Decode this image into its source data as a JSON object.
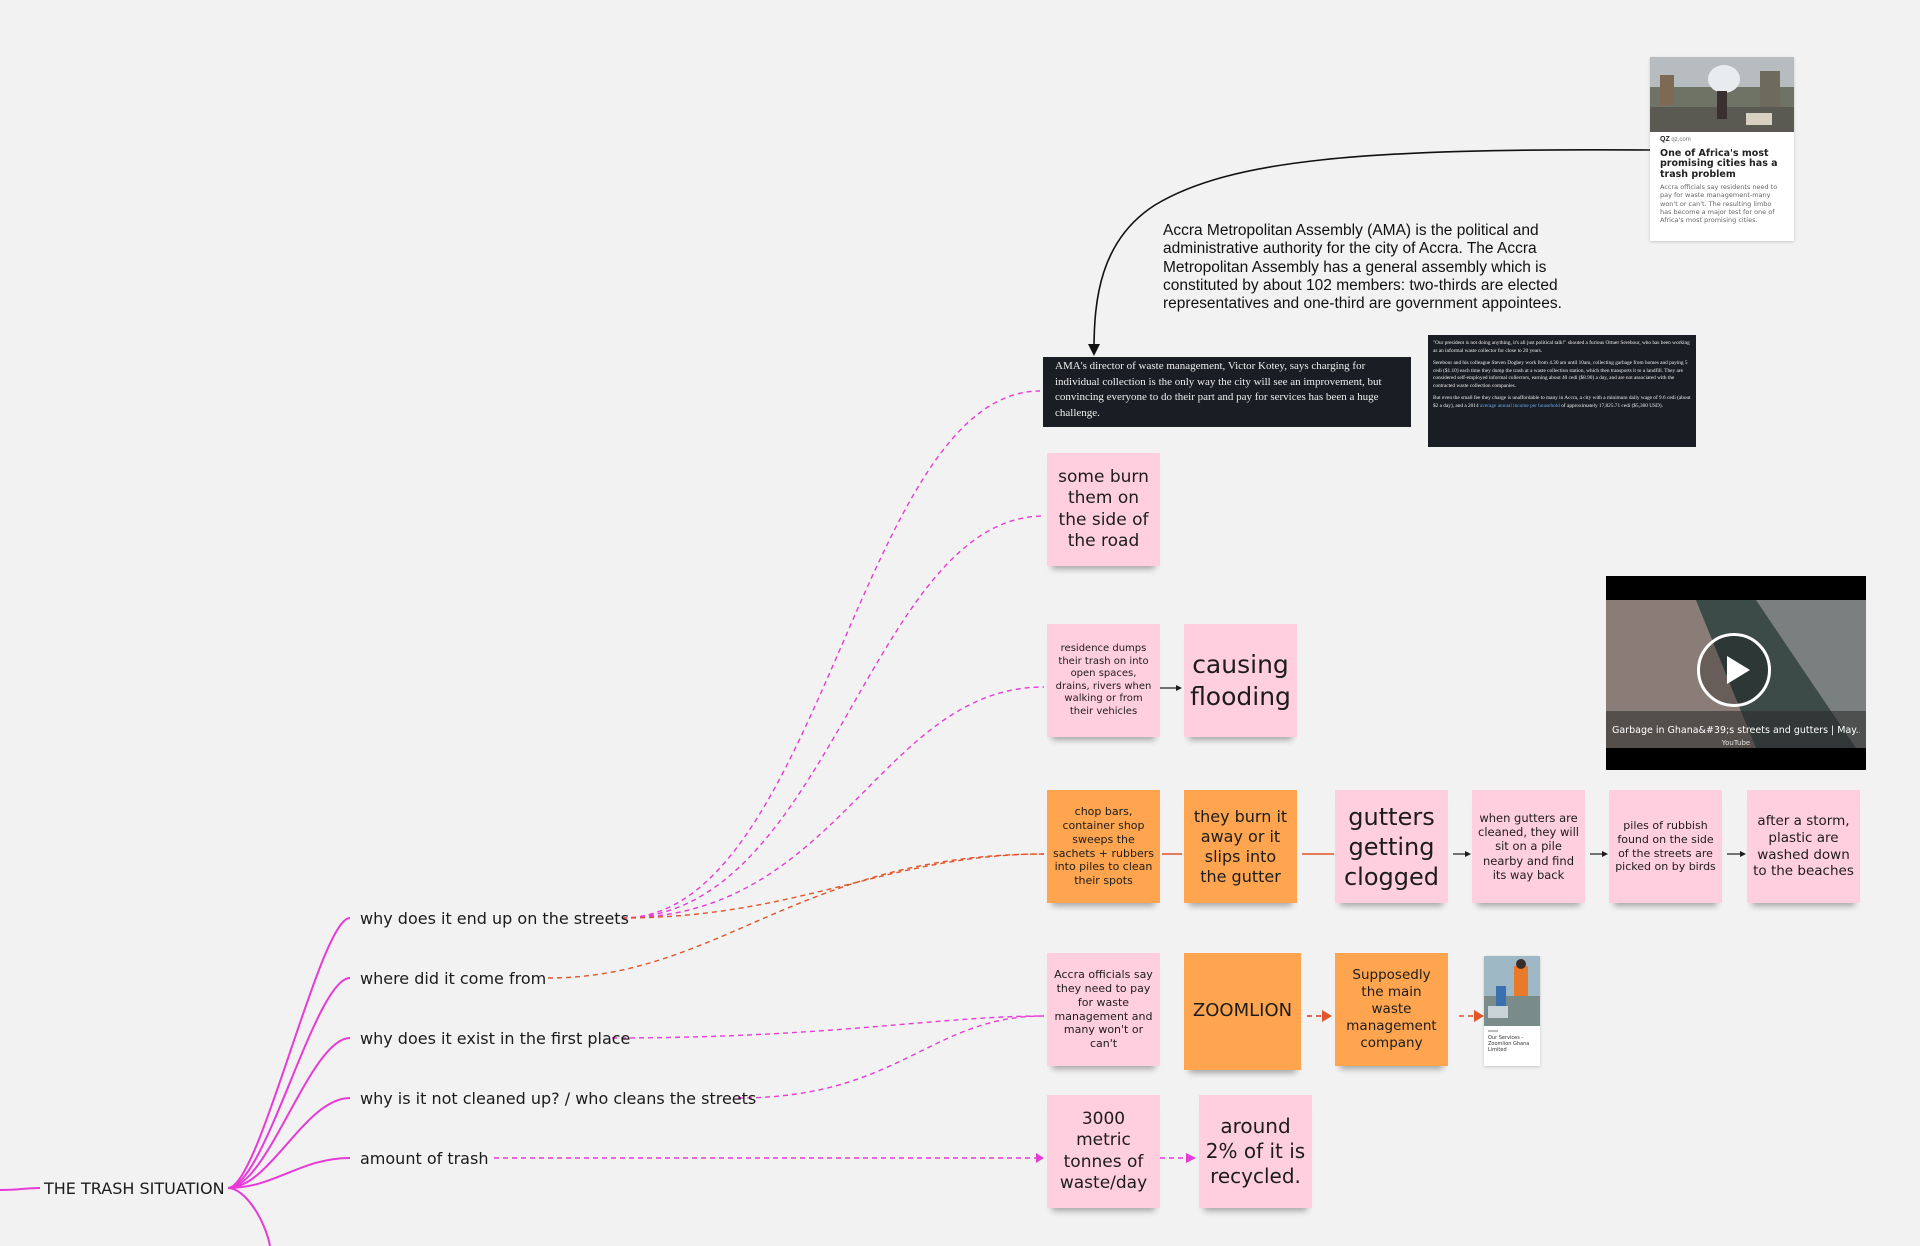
{
  "mindmap": {
    "root": "THE TRASH SITUATION",
    "branches": [
      "why does it end up on the streets",
      "where did it come from",
      "why does it exist in the first place",
      "why is it not cleaned up? / who cleans the streets",
      "amount of trash"
    ]
  },
  "article_card": {
    "source": "qz.com",
    "title": "One of Africa's most promising cities has a trash problem",
    "description": "Accra officials say residents need to pay for waste management-many won't or can't. The resulting limbo has become a major test for one of Africa's most promising cities."
  },
  "ama_text": "Accra Metropolitan Assembly (AMA) is the political and administrative authority for the city of Accra. The Accra Metropolitan Assembly has a general assembly which is constituted by about 102 members: two-thirds are elected representatives and one-third are government appointees.",
  "quote_kotey": "AMA's director of waste management, Victor Kotey, says charging for individual collection is the only way the city will see an improvement, but convincing everyone to do their part and pay for services has been a huge challenge.",
  "quote_serebour": {
    "p1": "\"Our president is not doing anything, it's all just political talk!\" shouted a furious Ottuer Serebour, who has been working as an informal waste collector for close to 20 years.",
    "p2": "Serebour and his colleague Steven Dogbey work from 4.30 am until 10am, collecting garbage from homes and paying 5 cedi ($1.10) each time they dump the trash at a waste collection station, which then transports it to a landfill. They are considered self-employed informal collectors, earning about 40 cedi ($8.90) a day, and are not associated with the contracted waste collection companies.",
    "p3_before": "But even the small fee they charge is unaffordable to many in Accra, a city with a minimum daily wage of 9.6 cedi (about $2 a day), and a 2014 ",
    "p3_link": "average annual income per household",
    "p3_after": " of approximately 17,825.71 cedi ($5,300 USD)."
  },
  "stickies": {
    "burn_roadside": "some burn them on the side of the road",
    "residence_dumps": "residence dumps their trash on into open spaces, drains, rivers when walking or from their vehicles",
    "causing_flooding": "causing flooding",
    "chop_bars": "chop bars, container shop sweeps the sachets + rubbers into piles to clean their spots",
    "burn_or_slip": "they burn it away or it slips into the gutter",
    "gutters_clogged": "gutters getting clogged",
    "gutters_cleaned": "when gutters are cleaned, they will sit on a pile nearby and find its way back",
    "piles_rubbish": "piles of rubbish found on the side of the streets are picked on by birds",
    "after_storm": "after a storm, plastic are washed down to the beaches",
    "accra_officials": "Accra officials say they need to pay for waste management and many won't or can't",
    "zoomlion": "ZOOMLION",
    "supposedly": "Supposedly the main waste management company",
    "metric_tonnes": "3000 metric tonnes of waste/day",
    "recycled": "around 2% of it is recycled."
  },
  "video": {
    "title": "Garbage in Ghana&#39;s streets and gutters | May...",
    "source": "YouTube",
    "play_icon": "play-icon"
  },
  "zoomlion_card": {
    "title": "Our Services - Zoomlion Ghana Limited"
  },
  "colors": {
    "pink_sticky": "#ffcfe0",
    "orange_sticky": "#ffa54f",
    "magenta_line": "#e83ad6",
    "orange_line": "#e0552a",
    "dark_note": "#1b1d24"
  }
}
